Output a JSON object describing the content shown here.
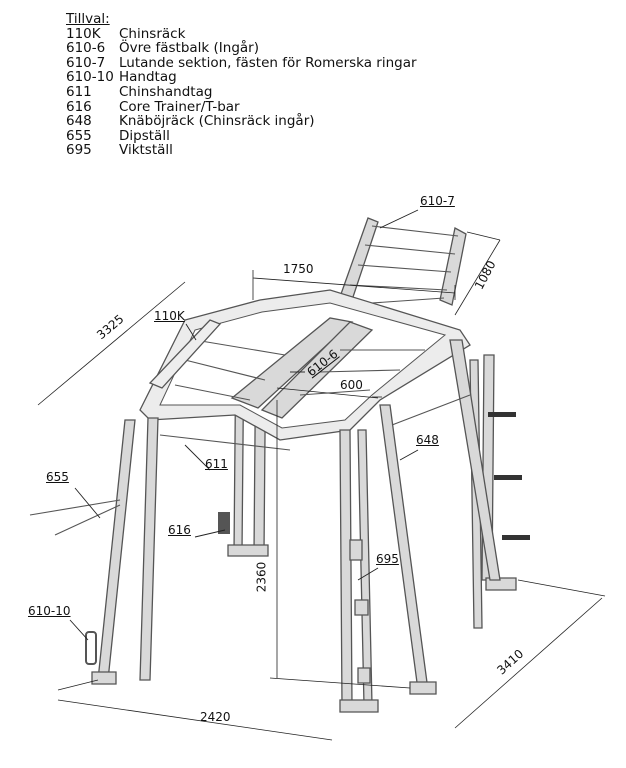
{
  "legend": {
    "title": "Tillval:",
    "items": [
      {
        "code": "110K",
        "desc": "Chinsräck"
      },
      {
        "code": "610-6",
        "desc": "Övre fästbalk (Ingår)"
      },
      {
        "code": "610-7",
        "desc": "Lutande sektion, fästen för Romerska ringar"
      },
      {
        "code": "610-10",
        "desc": "Handtag"
      },
      {
        "code": "611",
        "desc": "Chinshandtag"
      },
      {
        "code": "616",
        "desc": "Core Trainer/T-bar"
      },
      {
        "code": "648",
        "desc": "Knäböjräck (Chinsräck ingår)"
      },
      {
        "code": "655",
        "desc": "Dipställ"
      },
      {
        "code": "695",
        "desc": "Viktställ"
      }
    ]
  },
  "callouts": {
    "p610_7": "610-7",
    "p110k": "110K",
    "p610_6": "610-6",
    "p648": "648",
    "p611": "611",
    "p655": "655",
    "p616": "616",
    "p695": "695",
    "p610_10": "610-10"
  },
  "dimensions": {
    "d1750": "1750",
    "d1080": "1080",
    "d3325": "3325",
    "d600": "600",
    "d2360": "2360",
    "d2420": "2420",
    "d3410": "3410"
  }
}
